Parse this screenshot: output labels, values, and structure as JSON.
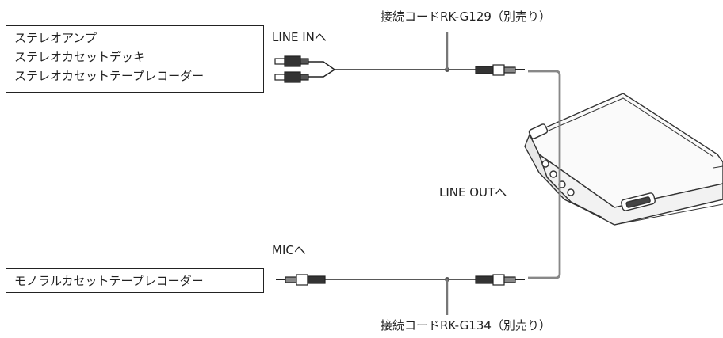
{
  "top_cord_label": "接続コードRK-G129（別売り）",
  "bottom_cord_label": "接続コードRK-G134（別売り）",
  "stereo_devices": [
    "ステレオアンプ",
    "ステレオカセットデッキ",
    "ステレオカセットテープレコーダー"
  ],
  "mono_device": "モノラルカセットテープレコーダー",
  "line_in_label": "LINE INへ",
  "mic_label": "MICへ",
  "line_out_label": "LINE OUTへ"
}
